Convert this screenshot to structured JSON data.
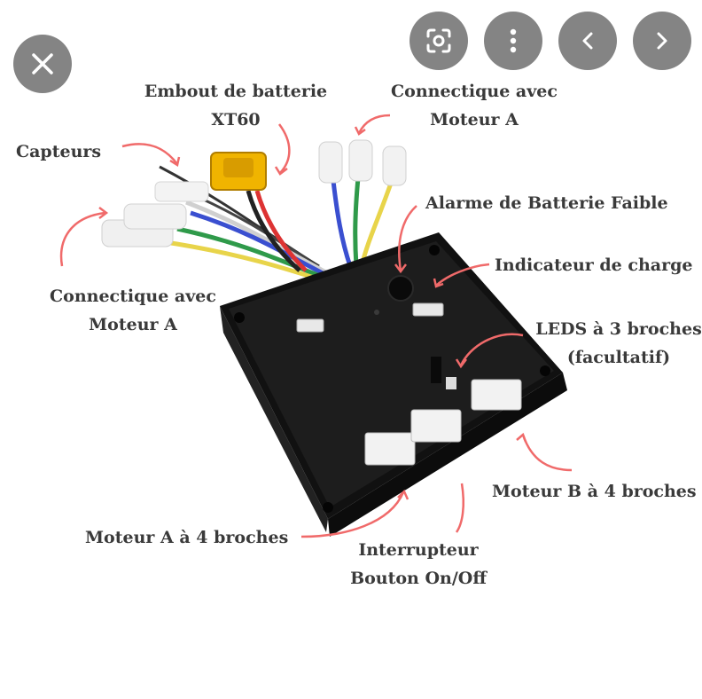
{
  "controls": {
    "close": "close-icon",
    "lens": "lens-icon",
    "more": "more-vertical-icon",
    "prev": "chevron-left-icon",
    "next": "chevron-right-icon"
  },
  "labels": {
    "batterie_l1": "Embout de batterie",
    "batterie_l2": "XT60",
    "connect_top_l1": "Connectique avec",
    "connect_top_l2": "Moteur A",
    "capteurs": "Capteurs",
    "alarme": "Alarme de Batterie Faible",
    "indicateur": "Indicateur de charge",
    "connect_left_l1": "Connectique avec",
    "connect_left_l2": "Moteur A",
    "leds_l1": "LEDS à 3 broches",
    "leds_l2": "(facultatif)",
    "moteur_b": "Moteur B à 4 broches",
    "moteur_a": "Moteur A à 4 broches",
    "inter_l1": "Interrupteur",
    "inter_l2": "Bouton On/Off"
  },
  "colors": {
    "arrow": "#f06a6a",
    "board": "#1c1c1c",
    "button_bg": "#6e6e6e",
    "text": "#3a3a3a"
  }
}
